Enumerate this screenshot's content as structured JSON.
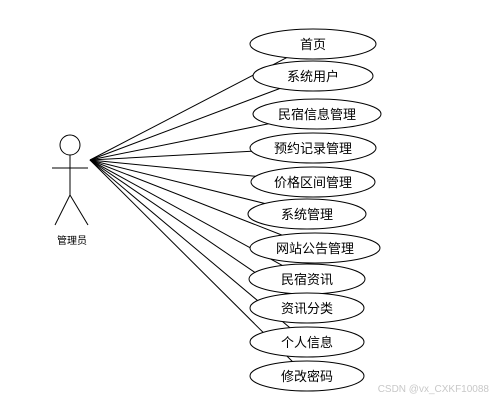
{
  "actor": {
    "label": "管理员"
  },
  "use_cases": [
    {
      "label": "首页"
    },
    {
      "label": "系统用户"
    },
    {
      "label": "民宿信息管理"
    },
    {
      "label": "预约记录管理"
    },
    {
      "label": "价格区间管理"
    },
    {
      "label": "系统管理"
    },
    {
      "label": "网站公告管理"
    },
    {
      "label": "民宿资讯"
    },
    {
      "label": "资讯分类"
    },
    {
      "label": "个人信息"
    },
    {
      "label": "修改密码"
    }
  ],
  "watermark": "CSDN @vx_CXKF10088",
  "colors": {
    "stroke": "#000000",
    "background": "#ffffff",
    "watermark": "#c8c8c8"
  }
}
